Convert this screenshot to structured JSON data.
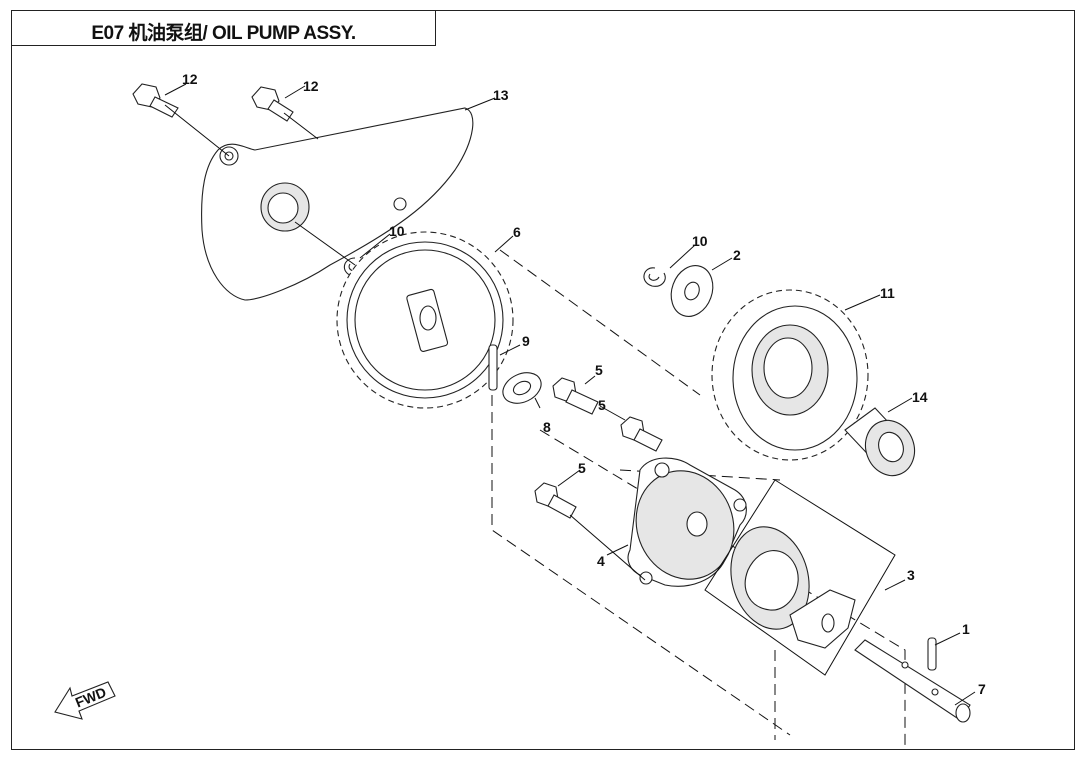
{
  "title": "E07  机油泵组/ OIL PUMP ASSY.",
  "fwd_label": "FWD",
  "callouts": {
    "p1": "1",
    "p2": "2",
    "p3": "3",
    "p4": "4",
    "p5a": "5",
    "p5b": "5",
    "p5c": "5",
    "p6": "6",
    "p7": "7",
    "p8": "8",
    "p9": "9",
    "p10a": "10",
    "p10b": "10",
    "p11": "11",
    "p12a": "12",
    "p12b": "12",
    "p13": "13",
    "p14": "14"
  }
}
